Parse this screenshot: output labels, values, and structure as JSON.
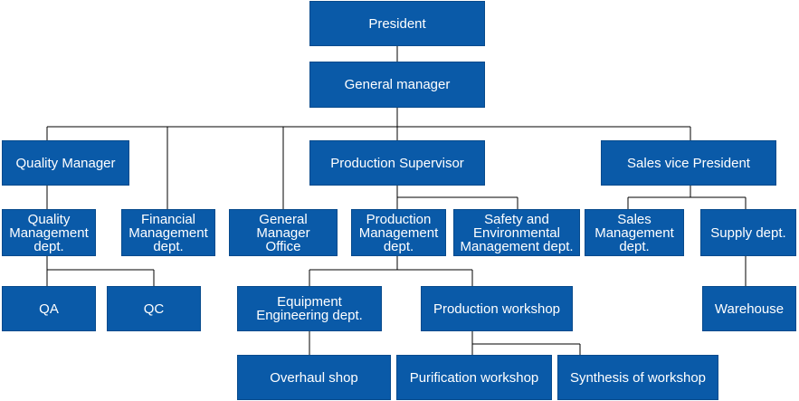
{
  "colors": {
    "box_fill": "#0a5aa8",
    "box_text": "#ffffff",
    "connector": "#000000",
    "background": "#ffffff"
  },
  "nodes": {
    "president": "President",
    "general_manager": "General manager",
    "quality_manager": "Quality Manager",
    "production_supervisor": "Production Supervisor",
    "sales_vice_president": "Sales vice President",
    "quality_management_dept": "Quality\nManagement\ndept.",
    "financial_management_dept": "Financial\nManagement\ndept.",
    "general_manager_office": "General\nManager\nOffice",
    "production_management_dept": "Production\nManagement\ndept.",
    "safety_environmental_dept": "Safety and\nEnvironmental\nManagement dept.",
    "sales_management_dept": "Sales\nManagement\ndept.",
    "supply_dept": "Supply dept.",
    "qa": "QA",
    "qc": "QC",
    "equipment_engineering_dept": "Equipment\nEngineering dept.",
    "production_workshop": "Production workshop",
    "warehouse": "Warehouse",
    "overhaul_shop": "Overhaul shop",
    "purification_workshop": "Purification workshop",
    "synthesis_workshop": "Synthesis of workshop"
  }
}
